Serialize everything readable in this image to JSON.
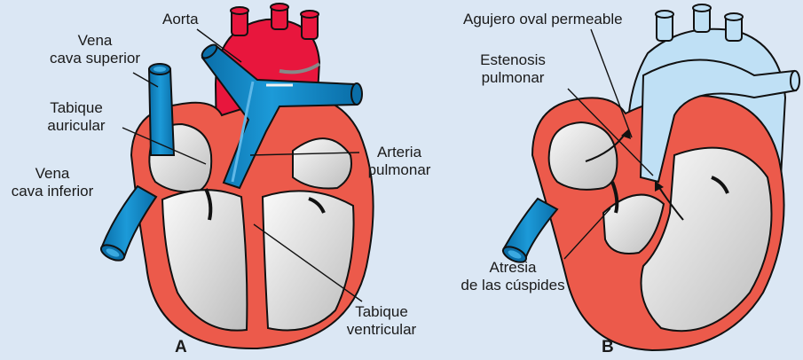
{
  "panel_a": {
    "letter": "A",
    "labels": {
      "aorta": "Aorta",
      "vena_cava_superior": [
        "Vena",
        "cava superior"
      ],
      "tabique_auricular": [
        "Tabique",
        "auricular"
      ],
      "vena_cava_inferior": [
        "Vena",
        "cava inferior"
      ],
      "arteria_pulmonar": [
        "Arteria",
        "pulmonar"
      ],
      "tabique_ventricular": [
        "Tabique",
        "ventricular"
      ]
    }
  },
  "panel_b": {
    "letter": "B",
    "labels": {
      "agujero_oval": "Agujero oval permeable",
      "estenosis_pulmonar": [
        "Estenosis",
        "pulmonar"
      ],
      "atresia_cuspides": [
        "Atresia",
        "de las cúspides"
      ]
    }
  },
  "colors": {
    "background": "#dbe7f4",
    "myocardium": "#ec5a4b",
    "aorta": "#e8163d",
    "vein_blue": "#0c82c2",
    "chamber": "#e2e2e2",
    "pale_vessels": "#bfe0f5"
  }
}
